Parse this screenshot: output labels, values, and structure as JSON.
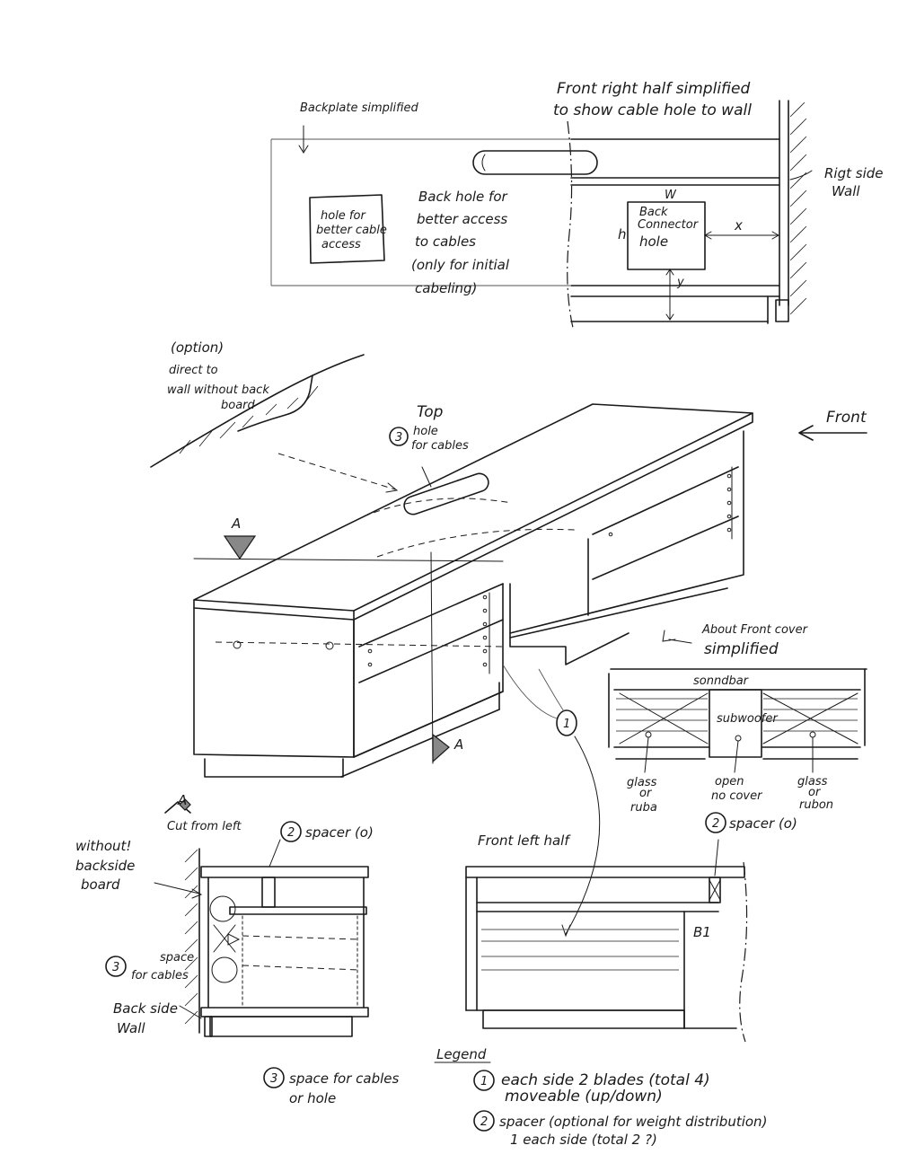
{
  "top_view": {
    "backplate_label": "Backplate simplified",
    "front_right_label_1": "Front right half simplified",
    "front_right_label_2": "to show cable hole to wall",
    "right_side_wall_1": "Rigt side",
    "right_side_wall_2": "Wall",
    "hole_box_1": "hole for",
    "hole_box_2": "better cable",
    "hole_box_3": "access",
    "back_hole_1": "Back hole for",
    "back_hole_2": "better access",
    "back_hole_3": "to cables",
    "back_hole_4": "(only for initial",
    "back_hole_5": "cabeling)",
    "connector_1": "Back",
    "connector_2": "Connector",
    "connector_3": "hole",
    "dim_w": "W",
    "dim_h": "h",
    "dim_x": "x",
    "dim_y": "y"
  },
  "iso_view": {
    "option_1": "(option)",
    "option_2": "direct to",
    "option_3": "wall without back",
    "option_4": "board",
    "top_label": "Top",
    "top_num": "3",
    "top_hole_1": "hole",
    "top_hole_2": "for cables",
    "front_label": "Front",
    "section_a": "A",
    "about_front_1": "About Front cover",
    "about_front_2": "simplified",
    "blade_num": "1"
  },
  "front_cover": {
    "soundbar": "sonndbar",
    "subwoofer": "subwoofer",
    "glass_left_1": "glass",
    "glass_left_2": "or",
    "glass_left_3": "ruba",
    "open_1": "open",
    "open_2": "no cover",
    "glass_right_1": "glass",
    "glass_right_2": "or",
    "glass_right_3": "rubon"
  },
  "section_view": {
    "cut_letter": "A",
    "cut_label": "Cut from left",
    "without_1": "without!",
    "without_2": "backside",
    "without_3": "board",
    "spacer_num": "2",
    "spacer_label": "spacer (o)",
    "space_num": "3",
    "space_1": "space",
    "space_2": "for cables",
    "wall_1": "Back side",
    "wall_2": "Wall"
  },
  "front_left": {
    "title": "Front left half",
    "spacer_num": "2",
    "spacer_label": "spacer (o)",
    "b1": "B1"
  },
  "legend": {
    "title": "Legend",
    "n3": "3",
    "note3_1": "space for cables",
    "note3_2": "or hole",
    "n1": "1",
    "note1_1": "each side 2 blades (total 4)",
    "note1_2": "moveable (up/down)",
    "n2": "2",
    "note2_1": "spacer (optional for weight distribution)",
    "note2_2": "1 each side (total 2 ?)"
  }
}
